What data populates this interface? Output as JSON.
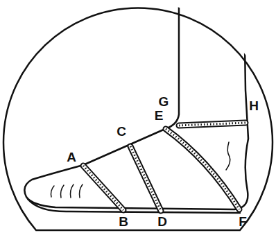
{
  "diagram": {
    "labels": [
      "G",
      "H",
      "A",
      "C",
      "E",
      "B",
      "D",
      "F"
    ]
  }
}
